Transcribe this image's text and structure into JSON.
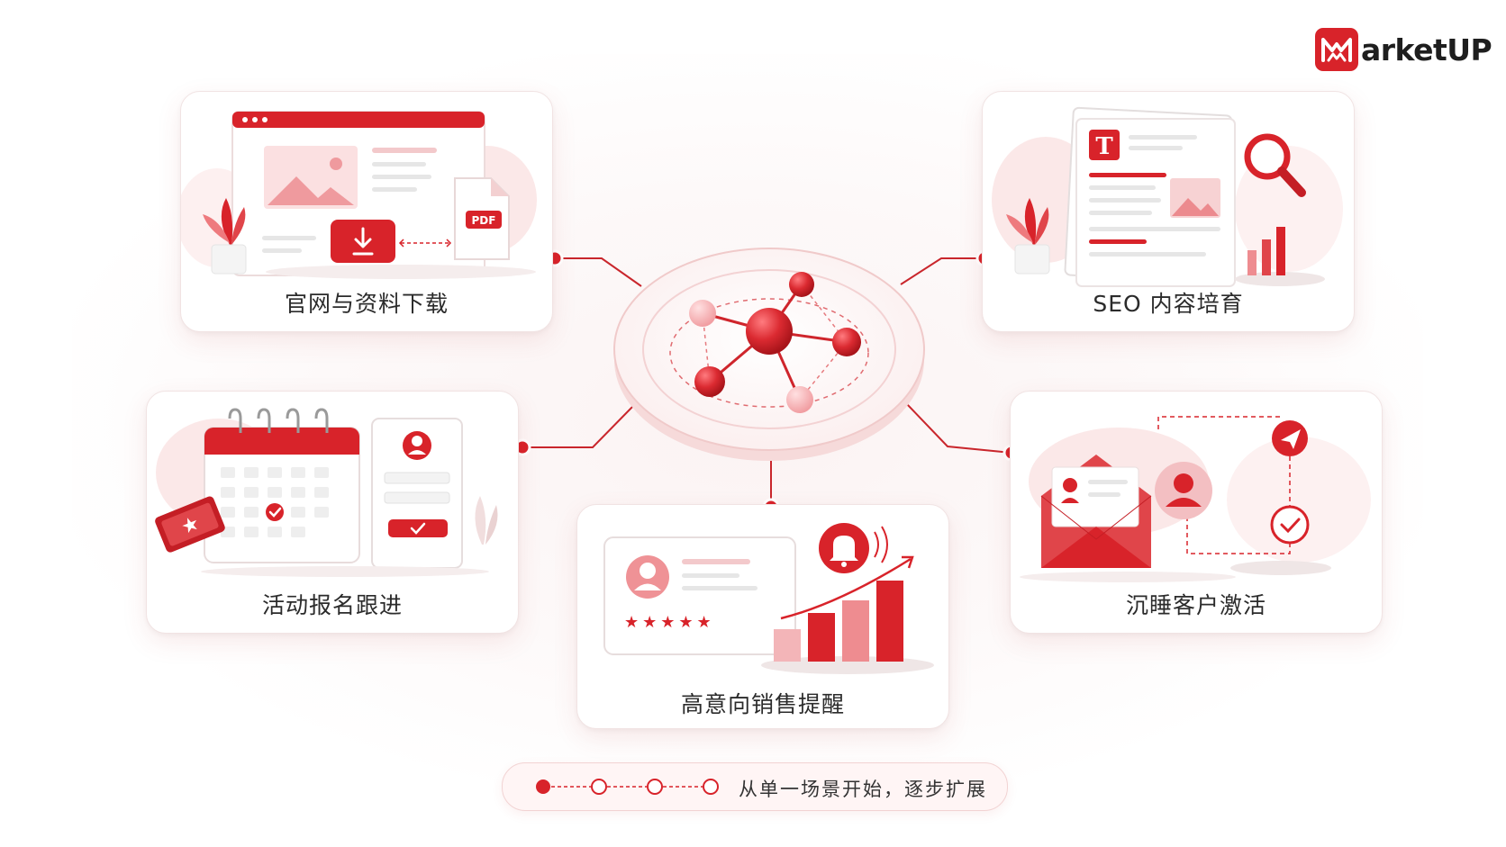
{
  "brand": {
    "logo_text": "arketUP",
    "primary_color": "#d8232a",
    "light_color": "#f4c2c4"
  },
  "scenarios": [
    {
      "label": "官网与资料下载",
      "icon": "website-download-icon"
    },
    {
      "label": "SEO 内容培育",
      "icon": "seo-document-icon"
    },
    {
      "label": "活动报名跟进",
      "icon": "event-calendar-icon"
    },
    {
      "label": "高意向销售提醒",
      "icon": "sales-alert-icon"
    },
    {
      "label": "沉睡客户激活",
      "icon": "reactivation-mail-icon"
    }
  ],
  "pdf_badge": "PDF",
  "doc_letter": "T",
  "center_hub": {
    "icon": "network-hub-icon"
  },
  "footer": {
    "text": "从单一场景开始，逐步扩展",
    "progress_total": 4,
    "progress_active": 1
  }
}
